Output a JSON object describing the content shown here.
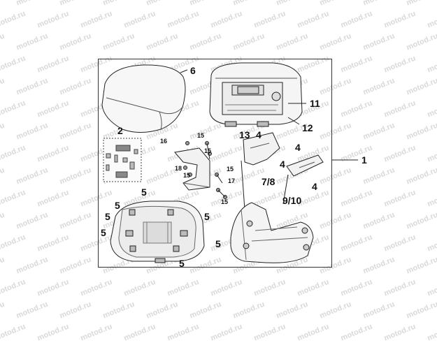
{
  "watermark": "motod.ru",
  "callouts": {
    "c1": "1",
    "c2": "2",
    "c4a": "4",
    "c4b": "4",
    "c4c": "4",
    "c4d": "4",
    "c5a": "5",
    "c5b": "5",
    "c5c": "5",
    "c5d": "5",
    "c5e": "5",
    "c5f": "5",
    "c6": "6",
    "c78": "7/8",
    "c910": "9/10",
    "c11": "11",
    "c12": "12",
    "c13": "13",
    "c15a": "15",
    "c15b": "15",
    "c15c": "15",
    "c15d": "15",
    "c15e": "15",
    "c16": "16",
    "c17": "17",
    "c18": "18"
  }
}
